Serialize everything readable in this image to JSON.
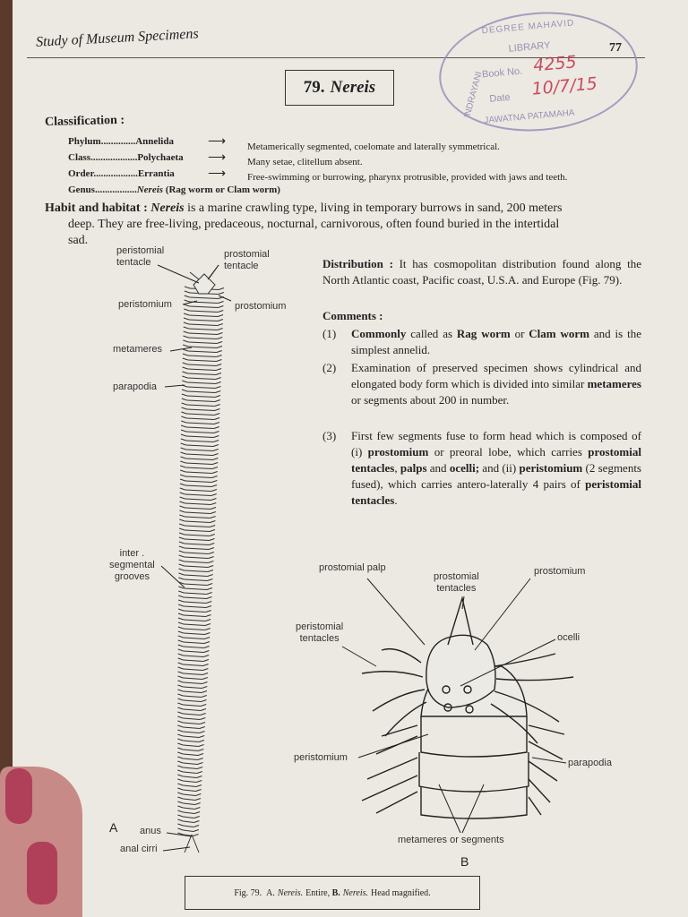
{
  "header": {
    "running_title": "Study of Museum Specimens",
    "page_number": "77"
  },
  "title": {
    "number": "79.",
    "name": "Nereis"
  },
  "stamp": {
    "top_text": "DEGREE MAHAVID",
    "library": "LIBRARY",
    "left_text": "INDRAYANI",
    "bottom_text": "JAWATNA PATAMAHA",
    "book_label": "Book No.",
    "book_value": "4255",
    "date_label": "Date",
    "date_value": "10/7/15"
  },
  "classification": {
    "heading": "Classification :",
    "rows": [
      {
        "rank": "Phylum",
        "dots": "..............",
        "taxon": "Annelida",
        "note": "Metamerically segmented, coelomate and laterally symmetrical."
      },
      {
        "rank": "Class",
        "dots": "...................",
        "taxon": "Polychaeta",
        "note": "Many setae, clitellum absent."
      },
      {
        "rank": "Order",
        "dots": "..................",
        "taxon": "Errantia",
        "note": "Free-swimming or burrowing, pharynx protrusible, provided with jaws and teeth."
      },
      {
        "rank": "Genus",
        "dots": ".................",
        "taxon": "Nereis",
        "taxon_rest": " (Rag worm or Clam worm)",
        "note": ""
      }
    ]
  },
  "habit": {
    "label": "Habit and habitat :",
    "name": "Nereis",
    "line1": " is a marine crawling type, living in temporary burrows in sand, 200 meters",
    "line2": "deep. They are free-living, predaceous, nocturnal, carnivorous, often found buried in the intertidal",
    "line3": "sad."
  },
  "distribution": {
    "label": "Distribution :",
    "text": " It has cosmopolitan distribution found along the North Atlantic coast, Pacific coast, U.S.A. and Europe (Fig. 79)."
  },
  "comments": {
    "heading": "Comments :",
    "c1": {
      "num": "(1)",
      "b1": "Commonly",
      "t1": " called as ",
      "b2": "Rag worm",
      "t2": " or ",
      "b3": "Clam worm",
      "t3": " and is the simplest annelid."
    },
    "c2": {
      "num": "(2)",
      "t1": "Examination of preserved specimen shows cylindrical and elongated body form which is divided into similar ",
      "b1": "metameres",
      "t2": " or segments about 200 in number."
    },
    "c3": {
      "num": "(3)",
      "t1": "First few segments fuse to form head which is composed of (i) ",
      "b1": "prostomium",
      "t2": " or preoral lobe, which carries ",
      "b2": "prostomial tentacles",
      "t3": ", ",
      "b3": "palps",
      "t4": " and ",
      "b4": "ocelli;",
      "t5": " and (ii) ",
      "b5": "peristomium",
      "t6": " (2 segments fused), which carries antero-laterally 4 pairs of ",
      "b6": "peristomial tentacles",
      "t7": "."
    }
  },
  "figA": {
    "letter": "A",
    "labels": {
      "peristomial_tentacle": "peristomial\ntentacle",
      "prostomial_tentacle": "prostomial\ntentacle",
      "peristomium": "peristomium",
      "prostomium": "prostomium",
      "metameres": "metameres",
      "parapodia": "parapodia",
      "grooves": "inter .\nsegmental\ngrooves",
      "anus": "anus",
      "anal_cirri": "anal cirri"
    }
  },
  "figB": {
    "letter": "B",
    "labels": {
      "palp": "prostomial palp",
      "prostomial_tentacles": "prostomial\ntentacles",
      "prostomium": "prostomium",
      "peristomial_tentacles": "peristomial\ntentacles",
      "ocelli": "ocelli",
      "peristomium": "peristomium",
      "parapodia": "parapodia",
      "metameres": "metameres or segments"
    }
  },
  "caption": {
    "fig": "Fig. 79.",
    "a": "A.",
    "a_name": "Nereis.",
    "a_desc": "Entire,",
    "b": "B.",
    "b_name": "Nereis.",
    "b_desc": "Head magnified."
  }
}
